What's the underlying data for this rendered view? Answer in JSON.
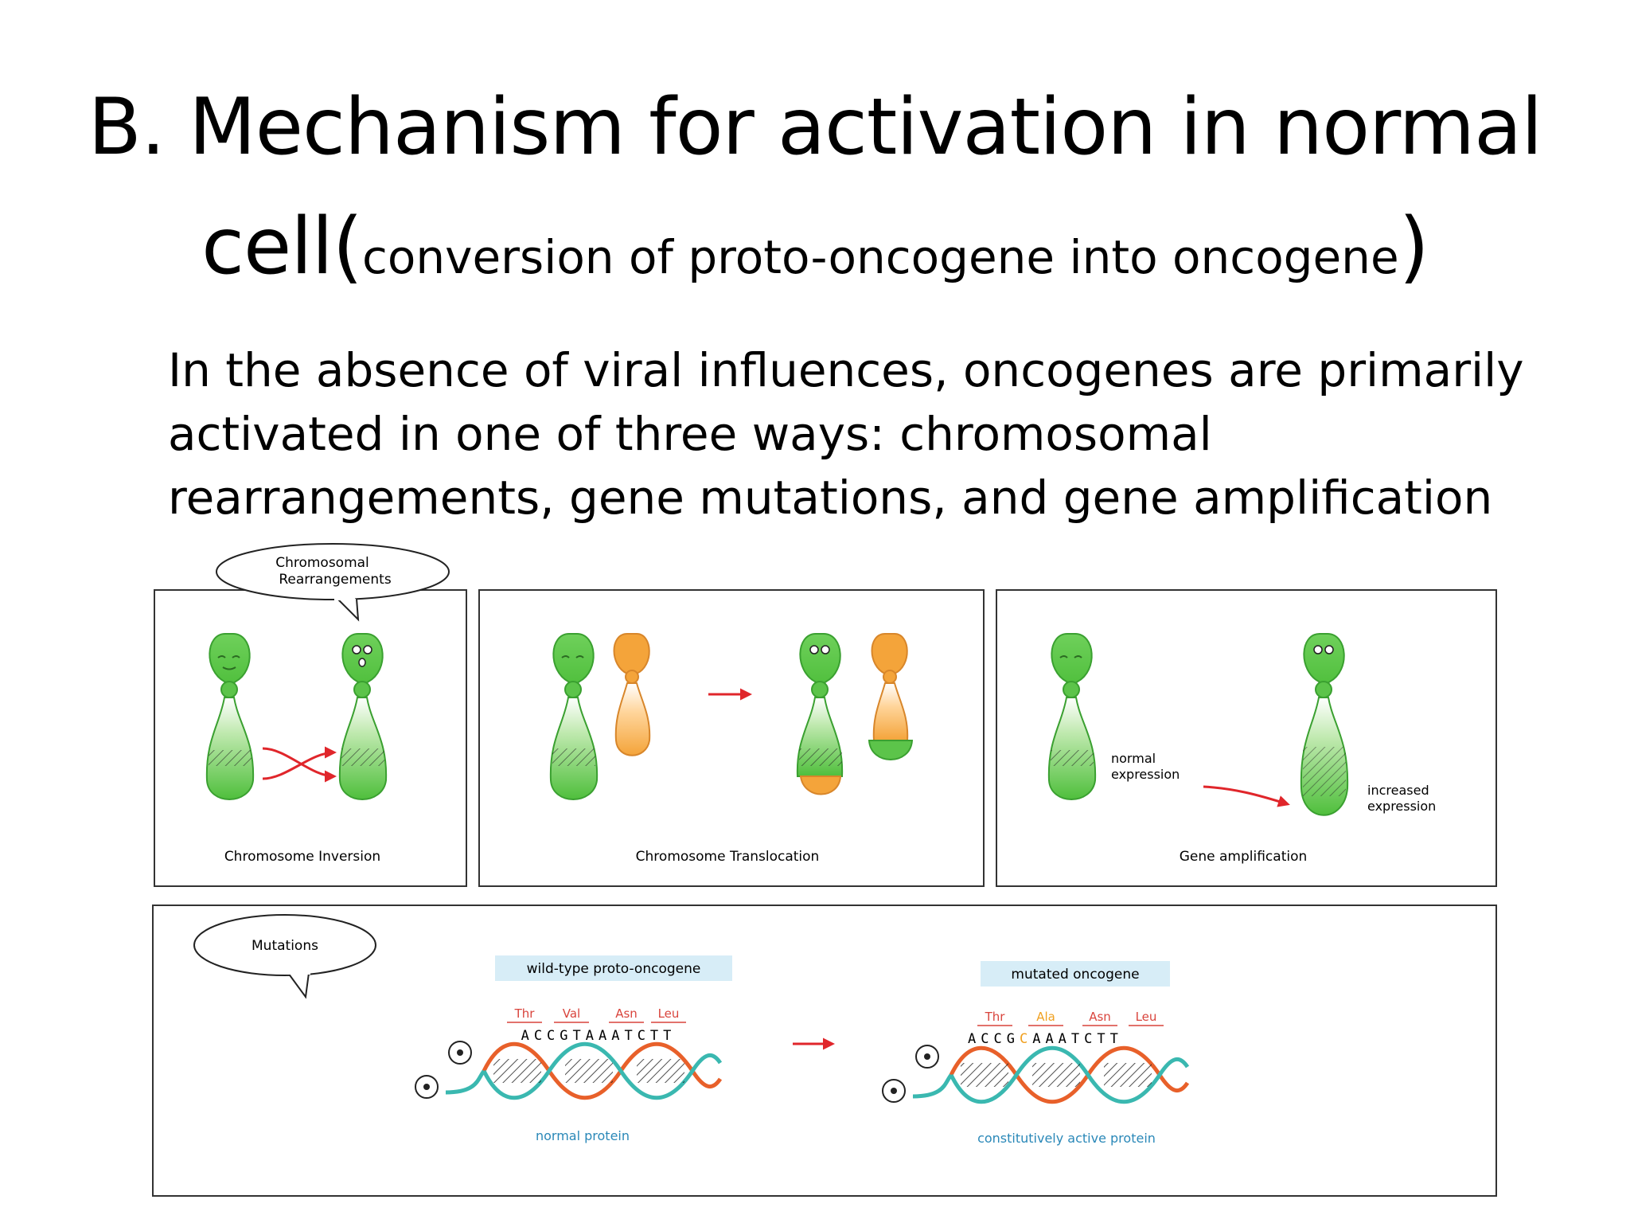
{
  "slide": {
    "title_line1": "B. Mechanism for activation in normal",
    "title_line2_main": "cell(",
    "title_line2_sub": "conversion of proto-oncogene into oncogene",
    "title_line2_close": ")",
    "body": [
      "In the absence of viral influences, oncogenes are primarily",
      "activated in one of three ways: chromosomal",
      "rearrangements, gene mutations, and gene amplification"
    ]
  },
  "diagram": {
    "bubble_rearrangement": [
      "Chromosomal",
      "Rearrangements"
    ],
    "bubble_mutations": "Mutations",
    "panel_inversion": "Chromosome Inversion",
    "panel_translocation": "Chromosome Translocation",
    "panel_amplification": "Gene amplification",
    "normal_expression": [
      "normal",
      "expression"
    ],
    "increased_expression": [
      "increased",
      "expression"
    ],
    "wildtype_label": "wild-type proto-oncogene",
    "mutated_label": "mutated oncogene",
    "wildtype_codons": [
      "Thr",
      "Val",
      "Asn",
      "Leu"
    ],
    "mutated_codons": [
      "Thr",
      "Ala",
      "Asn",
      "Leu"
    ],
    "wildtype_sequence": "ACCGTAAATCTT",
    "mutated_sequence_pre": "ACCG",
    "mutated_sequence_changed": "C",
    "mutated_sequence_post": "AAATCTT",
    "normal_protein": "normal protein",
    "active_protein": "constitutively active protein",
    "colors": {
      "chromosome_green": "#5cc44a",
      "chromosome_orange": "#f4a43a",
      "arrow_red": "#e0262b",
      "codon_red": "#d9443c",
      "changed_base": "#f0a020",
      "protein_text": "#2a88b8",
      "label_bg": "#d7edf7",
      "dna_orange": "#e8602a",
      "dna_teal": "#3ab8b0"
    }
  }
}
